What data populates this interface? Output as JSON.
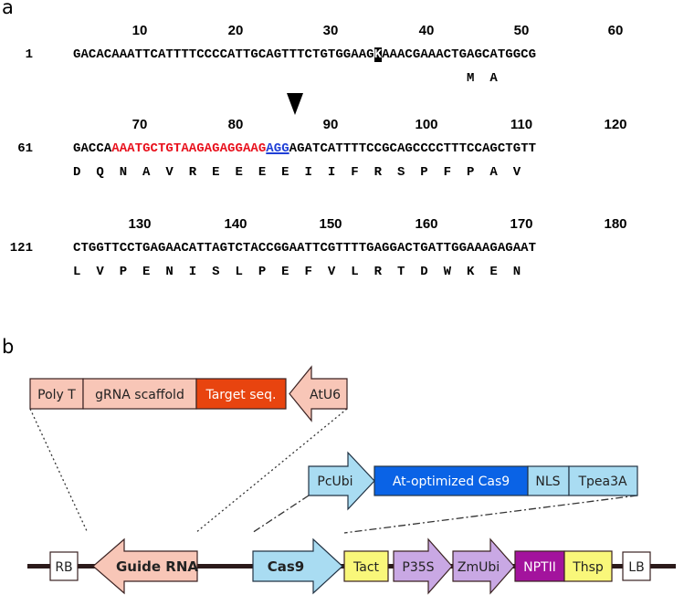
{
  "panel_a": {
    "letter": "a",
    "rows": [
      {
        "ticks": [
          "10",
          "20",
          "30",
          "40",
          "50",
          "60"
        ],
        "number": "1",
        "seq_parts": [
          {
            "text": "GACACAAATTCATTTTCCCCATTGCAGTTTCTGTGGAAG",
            "style": "plain"
          },
          {
            "text": "K",
            "style": "highlight"
          },
          {
            "text": "AAACGAAACTGAGCATGGCG",
            "style": "plain"
          }
        ],
        "aa": "                                                   M  A"
      },
      {
        "ticks": [
          "70",
          "80",
          "90",
          "100",
          "110",
          "120"
        ],
        "number": "61",
        "seq_parts": [
          {
            "text": "GACCA",
            "style": "plain"
          },
          {
            "text": "AAATGCTGTAAGAGAGGAAG",
            "style": "target"
          },
          {
            "text": "AGG",
            "style": "pam"
          },
          {
            "text": "AGATCATTTTCCGCAGCCCCTTTCCAGCTGTT",
            "style": "plain"
          }
        ],
        "aa": "D  Q  N  A  V  R  E  E  E  E  I  I  F  R  S  P  F  P  A  V"
      },
      {
        "ticks": [
          "130",
          "140",
          "150",
          "160",
          "170",
          "180"
        ],
        "number": "121",
        "seq_parts": [
          {
            "text": "CTGGTTCCTGAGAACATTAGTCTACCGGAATTCGTTTTGAGGACTGATTGGAAAGAGAAT",
            "style": "plain"
          }
        ],
        "aa": "L  V  P  E  N  I  S  L  P  E  F  V  L  R  T  D  W  K  E  N"
      }
    ]
  },
  "panel_b": {
    "letter": "b",
    "grna_cassette": [
      "Poly T",
      "gRNA scaffold",
      "Target seq.",
      "AtU6"
    ],
    "cas9_cassette": [
      "PcUbi",
      "At-optimized Cas9",
      "NLS",
      "Tpea3A"
    ],
    "backbone": [
      "RB",
      "Guide RNA",
      "Cas9",
      "Tact",
      "P35S",
      "ZmUbi",
      "NPTII",
      "Thsp",
      "LB"
    ],
    "colors": {
      "salmon": "#f8c6b7",
      "orange_red": "#e8440f",
      "light_blue": "#a9dcf2",
      "blue": "#0a63e6",
      "yellow": "#f9f77a",
      "lavender": "#c9a8e4",
      "magenta": "#a3139d",
      "backbone": "#2b1a1a"
    }
  }
}
